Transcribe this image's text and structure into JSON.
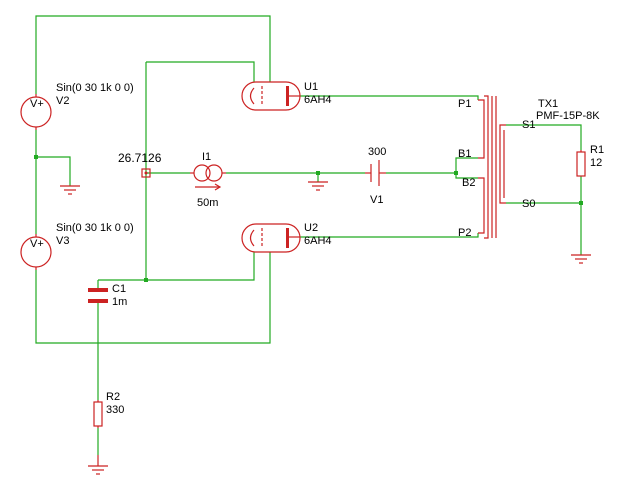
{
  "components": {
    "v2": {
      "name": "V2",
      "spec": "Sin(0 30 1k 0 0)",
      "symbol": "V+"
    },
    "v3": {
      "name": "V3",
      "spec": "Sin(0 30 1k 0 0)",
      "symbol": "V+"
    },
    "u1": {
      "name": "U1",
      "model": "6AH4"
    },
    "u2": {
      "name": "U2",
      "model": "6AH4"
    },
    "i1": {
      "name": "I1",
      "value": "50m"
    },
    "v1": {
      "name": "V1",
      "value": "300"
    },
    "c1": {
      "name": "C1",
      "value": "1m"
    },
    "r1": {
      "name": "R1",
      "value": "12"
    },
    "r2": {
      "name": "R2",
      "value": "330"
    },
    "tx1": {
      "name": "TX1",
      "model": "PMF-15P-8K",
      "pins": {
        "p1": "P1",
        "b1": "B1",
        "b2": "B2",
        "p2": "P2",
        "s1": "S1",
        "s0": "S0"
      }
    }
  },
  "probe": {
    "value": "26.7126"
  },
  "colors": {
    "wire": "#22aa22",
    "component": "#cc2222",
    "text": "#000000"
  }
}
